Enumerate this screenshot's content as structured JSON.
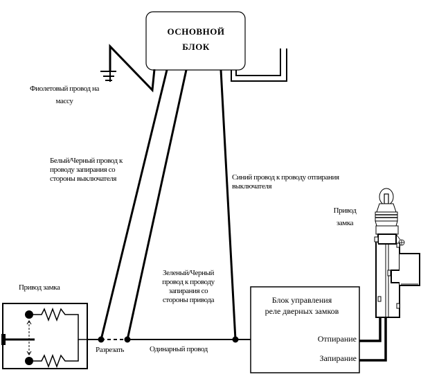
{
  "main_unit": {
    "line1": "ОСНОВНОЙ",
    "line2": "БЛОК"
  },
  "labels": {
    "ground_wire": [
      "Фиолетовый провод на",
      "массу"
    ],
    "white_black_wire": [
      "Белый/Черный провод к",
      "проводу запирания со",
      "стороны выключателя"
    ],
    "blue_wire": [
      "Синий провод к проводу отпирания",
      "выключателя"
    ],
    "green_black_wire": [
      "Зеленый/Черный",
      "провод к проводу",
      "запирания со",
      "стороны привода"
    ],
    "cut": "Разрезать",
    "single_wire": "Одинарный провод",
    "left_actuator": "Привод замка",
    "right_actuator": [
      "Привод",
      "замка"
    ]
  },
  "relay_unit": {
    "title": [
      "Блок управления",
      "реле дверных замков"
    ],
    "unlock": "Отпирание",
    "lock": "Запирание"
  },
  "icons": {
    "ground": "ground-symbol-icon",
    "lock_actuator": "door-lock-actuator-icon",
    "resistor": "resistor-icon"
  }
}
